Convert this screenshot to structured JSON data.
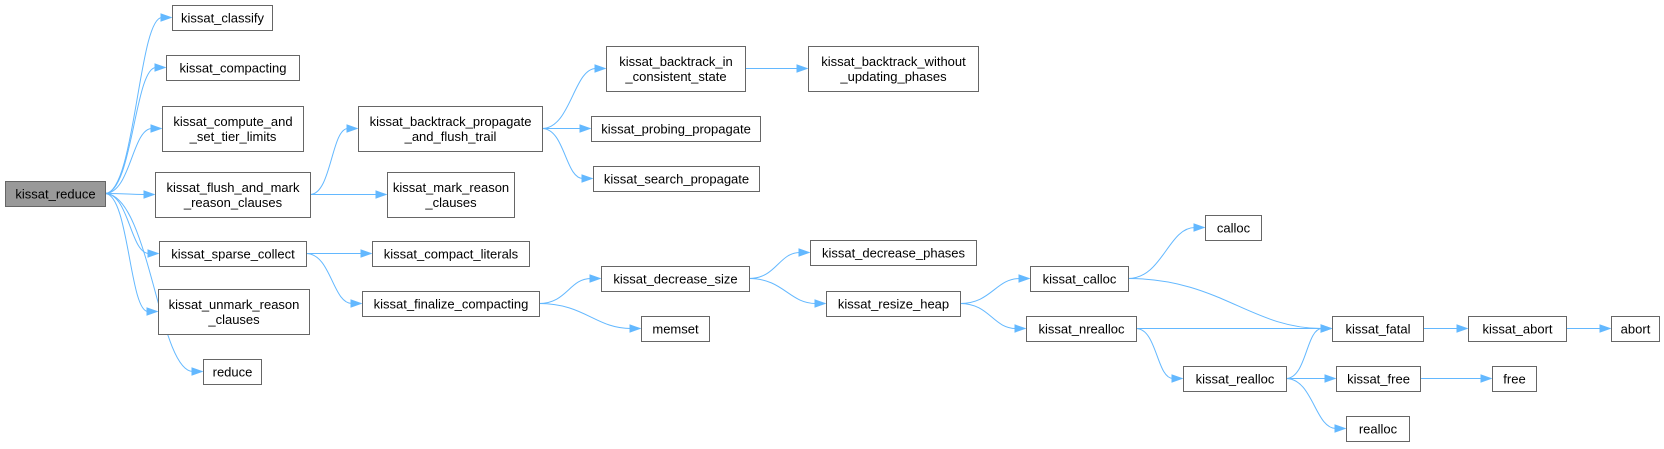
{
  "colors": {
    "edge": "#63b8ff",
    "node_border": "#666666",
    "root_fill": "#999999",
    "node_fill": "#ffffff"
  },
  "nodes": {
    "kissat_reduce": {
      "lines": [
        "kissat_reduce"
      ],
      "root": true
    },
    "kissat_classify": {
      "lines": [
        "kissat_classify"
      ]
    },
    "kissat_compacting": {
      "lines": [
        "kissat_compacting"
      ]
    },
    "kissat_compute_and_set_tier_limits": {
      "lines": [
        "kissat_compute_and",
        "_set_tier_limits"
      ]
    },
    "kissat_flush_and_mark_reason_clauses": {
      "lines": [
        "kissat_flush_and_mark",
        "_reason_clauses"
      ]
    },
    "kissat_sparse_collect": {
      "lines": [
        "kissat_sparse_collect"
      ]
    },
    "kissat_unmark_reason_clauses": {
      "lines": [
        "kissat_unmark_reason",
        "_clauses"
      ]
    },
    "reduce": {
      "lines": [
        "reduce"
      ]
    },
    "kissat_backtrack_propagate_and_flush_trail": {
      "lines": [
        "kissat_backtrack_propagate",
        "_and_flush_trail"
      ]
    },
    "kissat_mark_reason_clauses": {
      "lines": [
        "kissat_mark_reason",
        "_clauses"
      ]
    },
    "kissat_compact_literals": {
      "lines": [
        "kissat_compact_literals"
      ]
    },
    "kissat_finalize_compacting": {
      "lines": [
        "kissat_finalize_compacting"
      ]
    },
    "kissat_backtrack_in_consistent_state": {
      "lines": [
        "kissat_backtrack_in",
        "_consistent_state"
      ]
    },
    "kissat_probing_propagate": {
      "lines": [
        "kissat_probing_propagate"
      ]
    },
    "kissat_search_propagate": {
      "lines": [
        "kissat_search_propagate"
      ]
    },
    "kissat_backtrack_without_updating_phases": {
      "lines": [
        "kissat_backtrack_without",
        "_updating_phases"
      ]
    },
    "kissat_decrease_size": {
      "lines": [
        "kissat_decrease_size"
      ]
    },
    "memset": {
      "lines": [
        "memset"
      ]
    },
    "kissat_decrease_phases": {
      "lines": [
        "kissat_decrease_phases"
      ]
    },
    "kissat_resize_heap": {
      "lines": [
        "kissat_resize_heap"
      ]
    },
    "kissat_calloc": {
      "lines": [
        "kissat_calloc"
      ]
    },
    "kissat_nrealloc": {
      "lines": [
        "kissat_nrealloc"
      ]
    },
    "calloc": {
      "lines": [
        "calloc"
      ]
    },
    "kissat_fatal": {
      "lines": [
        "kissat_fatal"
      ]
    },
    "kissat_realloc": {
      "lines": [
        "kissat_realloc"
      ]
    },
    "kissat_abort": {
      "lines": [
        "kissat_abort"
      ]
    },
    "abort": {
      "lines": [
        "abort"
      ]
    },
    "kissat_free": {
      "lines": [
        "kissat_free"
      ]
    },
    "free": {
      "lines": [
        "free"
      ]
    },
    "realloc": {
      "lines": [
        "realloc"
      ]
    }
  },
  "edges": [
    [
      "kissat_reduce",
      "kissat_classify"
    ],
    [
      "kissat_reduce",
      "kissat_compacting"
    ],
    [
      "kissat_reduce",
      "kissat_compute_and_set_tier_limits"
    ],
    [
      "kissat_reduce",
      "kissat_flush_and_mark_reason_clauses"
    ],
    [
      "kissat_reduce",
      "kissat_sparse_collect"
    ],
    [
      "kissat_reduce",
      "kissat_unmark_reason_clauses"
    ],
    [
      "kissat_reduce",
      "reduce"
    ],
    [
      "kissat_flush_and_mark_reason_clauses",
      "kissat_backtrack_propagate_and_flush_trail"
    ],
    [
      "kissat_flush_and_mark_reason_clauses",
      "kissat_mark_reason_clauses"
    ],
    [
      "kissat_backtrack_propagate_and_flush_trail",
      "kissat_backtrack_in_consistent_state"
    ],
    [
      "kissat_backtrack_propagate_and_flush_trail",
      "kissat_probing_propagate"
    ],
    [
      "kissat_backtrack_propagate_and_flush_trail",
      "kissat_search_propagate"
    ],
    [
      "kissat_backtrack_in_consistent_state",
      "kissat_backtrack_without_updating_phases"
    ],
    [
      "kissat_sparse_collect",
      "kissat_compact_literals"
    ],
    [
      "kissat_sparse_collect",
      "kissat_finalize_compacting"
    ],
    [
      "kissat_finalize_compacting",
      "kissat_decrease_size"
    ],
    [
      "kissat_finalize_compacting",
      "memset"
    ],
    [
      "kissat_decrease_size",
      "kissat_decrease_phases"
    ],
    [
      "kissat_decrease_size",
      "kissat_resize_heap"
    ],
    [
      "kissat_resize_heap",
      "kissat_calloc"
    ],
    [
      "kissat_resize_heap",
      "kissat_nrealloc"
    ],
    [
      "kissat_calloc",
      "calloc"
    ],
    [
      "kissat_calloc",
      "kissat_fatal"
    ],
    [
      "kissat_nrealloc",
      "kissat_fatal"
    ],
    [
      "kissat_nrealloc",
      "kissat_realloc"
    ],
    [
      "kissat_realloc",
      "kissat_fatal"
    ],
    [
      "kissat_realloc",
      "kissat_free"
    ],
    [
      "kissat_realloc",
      "realloc"
    ],
    [
      "kissat_fatal",
      "kissat_abort"
    ],
    [
      "kissat_abort",
      "abort"
    ],
    [
      "kissat_free",
      "free"
    ]
  ]
}
